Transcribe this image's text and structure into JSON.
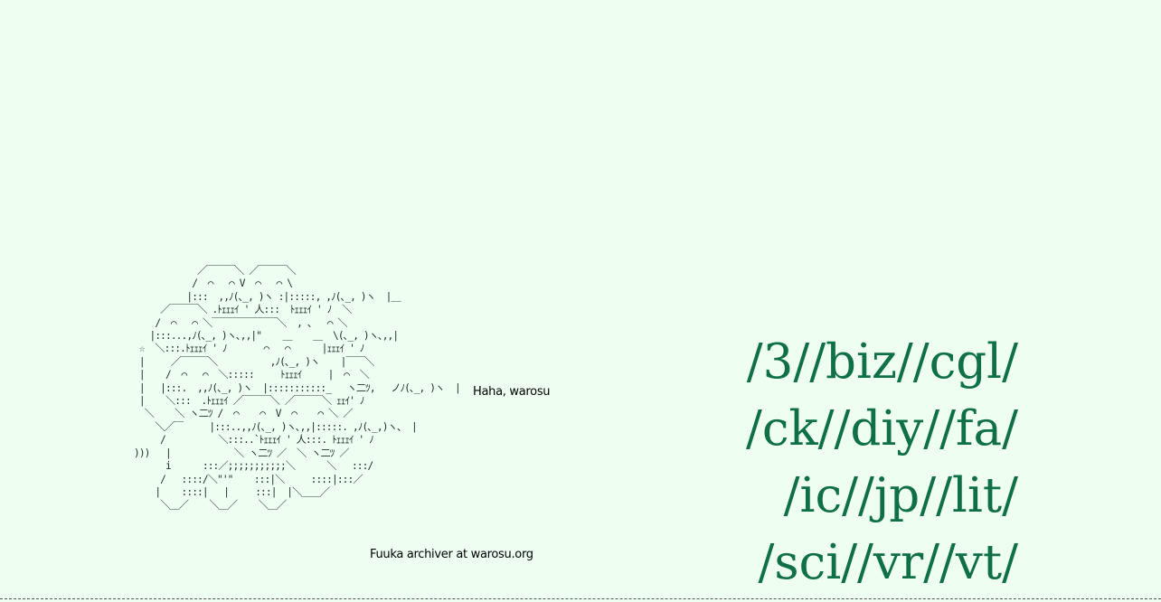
{
  "ascii_art": "            ／￣￣￣＼ ／￣￣￣＼\n           /  ⌒   ⌒ V  ⌒   ⌒ \\\n          |:::  ,,ﾉ(､_, )ヽ :|:::::, ,ﾉ(､_, )ヽ  |＿\n     ／￣￣￣＼ .ﾄｪｪｪｲ ' 人:::  ﾄｪｪｪｲ ' ﾉ  ＼\n    /  ⌒   ⌒ ＼￣￣￣￣￣￣￣＼  , 、  ⌒ ＼\n   |:::...,ﾉ(､_, )ヽ､,,|\"    ＿    ＿  \\(､_, )ヽ､,,|\n ☆  ＼:::.ﾄｪｪｪｲ ' ﾉ       ⌒   ⌒      |ｪｪｪｲ ' ﾉ\n |     ／￣￣￣＼          ,ﾉ(､_, )ヽ    |￣￣＼\n |    /  ⌒   ⌒  ＼:::::     ﾄｪｪｪｲ     |  ⌒  ＼\n |   |:::.  ,,ﾉ(､_, )ヽ  |:::::::::::_   ヽ二ﾂ,   ノﾉ(､_, )ヽ  |\n |    ＼:::  .ﾄｪｪｪｲ ／￣￣￣＼ ／￣￣￣＼ ｪｪｲ' ﾉ\n  ＼    ＼ ヽ二ﾂ /  ⌒    ⌒  V  ⌒    ⌒ ＼ ／\n    ＼／￣     |:::..,,ﾉ(､_, )ヽ､,,|:::::. ,ﾉ(､_,)ヽ、 |\n     /          ＼:::..`ﾄｪｪｪｲ ' 人:::. ﾄｪｪｪｲ ' ﾉ\n)))   |            ＼ ヽ二ﾂ ／  ＼ ヽ二ﾂ ／\n      i      :::／;;;;;;;;;;;＼      ＼   :::/\n     /   ::::/＼\"'\"    :::|＼     ::::|:::／\n    |    ::::|   |     :::|  |＼＿＿／\n     ＼＿／    ＼＿／    ＼＿／",
  "captions": {
    "top": "Haha, warosu",
    "bottom": "Fuuka archiver at warosu.org"
  },
  "boards": [
    [
      "/3/",
      "/biz/",
      "/cgl/"
    ],
    [
      "/ck/",
      "/diy/",
      "/fa/"
    ],
    [
      "/ic/",
      "/jp/",
      "/lit/"
    ],
    [
      "/sci/",
      "/vr/",
      "/vt/"
    ]
  ],
  "colors": {
    "background": "#eefff2",
    "link": "#0f6f45",
    "ascii": "#1f2a24"
  }
}
